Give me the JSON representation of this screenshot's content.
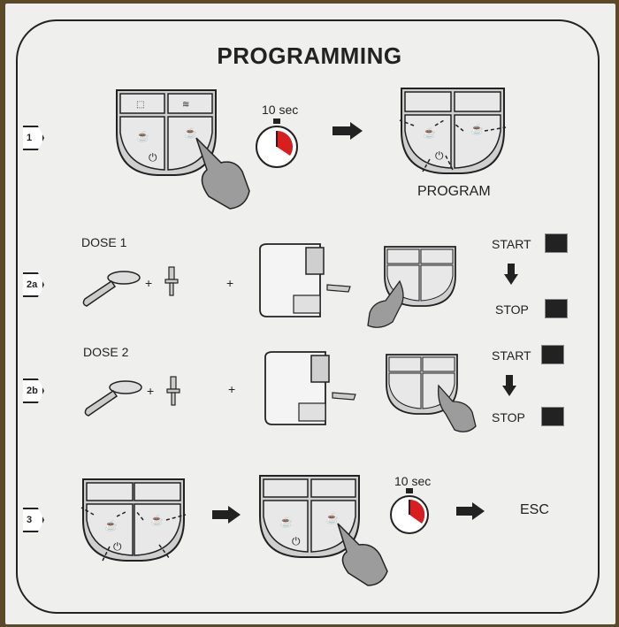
{
  "title": "PROGRAMMING",
  "steps": {
    "s1": "1",
    "s2a": "2a",
    "s2b": "2b",
    "s3": "3"
  },
  "timer": {
    "s1": "10 sec",
    "s3": "10 sec"
  },
  "program_label": "PROGRAM",
  "dose1": {
    "label": "DOSE 1",
    "start": "START",
    "stop": "STOP",
    "plus1": "+",
    "plus2": "+"
  },
  "dose2": {
    "label": "DOSE 2",
    "start": "START",
    "stop": "STOP",
    "plus1": "+",
    "plus2": "+"
  },
  "esc_label": "ESC",
  "colors": {
    "timer_red": "#d81e1e",
    "ink": "#222222",
    "panel": "#d9d9d9"
  },
  "icons": [
    "power-icon",
    "steam-icon",
    "single-cup-icon",
    "double-cup-icon",
    "hand-pointer-icon",
    "stopwatch-icon",
    "arrow-right-icon",
    "arrow-down-icon",
    "portafilter-icon",
    "tamper-icon",
    "espresso-machine-icon"
  ]
}
